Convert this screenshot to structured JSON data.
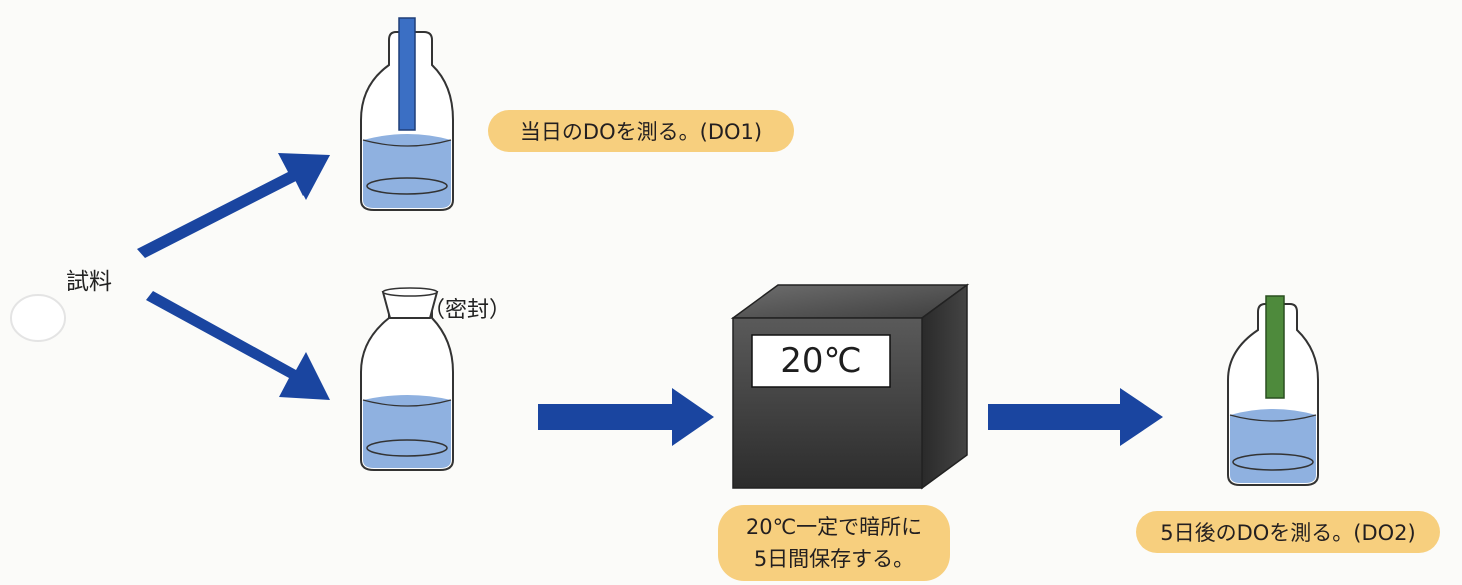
{
  "sample_label": "試料",
  "sealed_label": "（密封）",
  "step_day0": "当日のDOを測る。(DO1)",
  "incubator_display": "20℃",
  "incubation_line1": "20℃一定で暗所に",
  "incubation_line2": "5日間保存する。",
  "step_day5": "5日後のDOを測る。(DO2)",
  "colors": {
    "arrow": "#1a45a0",
    "callout": "#f7cf7e",
    "water": "#8fb1e0",
    "probe_blue": "#3b6fc4",
    "probe_green": "#4e8a3c",
    "incubator": "#3a3a3a"
  }
}
